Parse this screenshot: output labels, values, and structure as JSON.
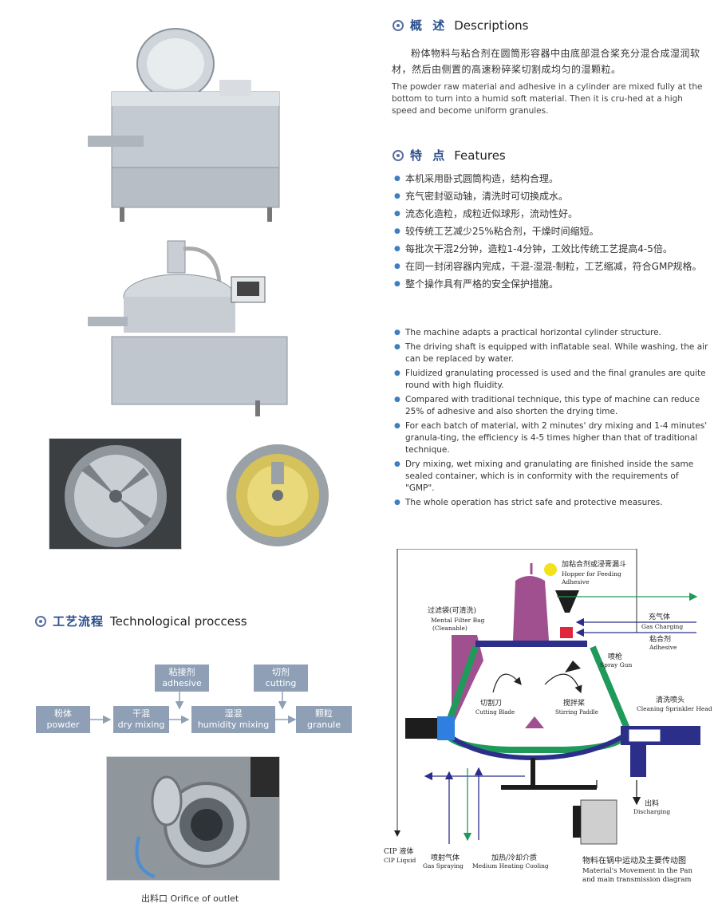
{
  "descriptions": {
    "heading_cn": "概 述",
    "heading_en": "Descriptions",
    "text_cn": "粉体物料与粘合剂在圆筒形容器中由底部混合桨充分混合成湿润软材，然后由侧置的高速粉碎桨切割成均匀的湿颗粒。",
    "text_en": "The powder raw material and adhesive in a cylinder are mixed fully at the bottom to turn into  a humid soft material.  Then it is cru-hed at a high speed and become uniform granules."
  },
  "features": {
    "heading_cn": "特 点",
    "heading_en": "Features",
    "items_cn": [
      "本机采用卧式圆筒构造，结构合理。",
      "充气密封驱动轴，清洗时可切换成水。",
      "流态化造粒，成粒近似球形，流动性好。",
      "较传统工艺减少25%粘合剂，干燥时间缩短。",
      "每批次干混2分钟，造粒1-4分钟，工效比传统工艺提高4-5倍。",
      "在同一封闭容器内完成，干混-湿混-制粒，工艺缩减，符合GMP规格。",
      "整个操作具有严格的安全保护措施。"
    ],
    "items_en": [
      "The machine adapts a practical horizontal cylinder structure.",
      "The driving shaft is equipped with inflatable seal. While washing, the air can be replaced by water.",
      "Fluidized granulating processed is used and the final granules are quite round with high fluidity.",
      "Compared with traditional technique, this type of machine can reduce 25% of adhesive and also shorten the drying time.",
      "For each batch of material, with 2 minutes' dry mixing and 1-4 minutes' granula-ting, the efficiency is 4-5 times higher than that of traditional technique.",
      "Dry mixing, wet mixing and granulating are finished inside the same sealed container, which is in  conformity with  the  requirements of \"GMP\".",
      "The whole operation has strict safe and protective measures."
    ]
  },
  "process": {
    "heading_cn": "工艺流程",
    "heading_en": "Technological proccess",
    "steps": [
      {
        "cn": "粉体",
        "en": "powder"
      },
      {
        "cn": "干混",
        "en": "dry mixing"
      },
      {
        "cn": "湿混",
        "en": "humidity mixing"
      },
      {
        "cn": "颗粒",
        "en": "granule"
      }
    ],
    "inputs": [
      {
        "cn": "粘接剂",
        "en": "adhesive"
      },
      {
        "cn": "切剂",
        "en": "cutting"
      }
    ]
  },
  "outlet_caption": "出料口 Orifice of outlet",
  "diagram": {
    "hopper_cn": "加粘合剂或浸膏漏斗",
    "hopper_en1": "Hopper for Feeding",
    "hopper_en2": "Adhesive",
    "filter_cn": "过滤袋(可清洗)",
    "filter_en1": "Mental Filter Bag",
    "filter_en2": "(Cleanable)",
    "gas_cn": "充气体",
    "gas_en": "Gas Charging",
    "adhesive_cn": "粘合剂",
    "adhesive_en": "Adhesive",
    "spray_cn": "喷枪",
    "spray_en": "Spray Gun",
    "cutting_cn": "切割刀",
    "cutting_en": "Cutting Blade",
    "stir_cn": "搅拌桨",
    "stir_en": "Stirring Paddle",
    "sprinkler_cn": "清洗喷头",
    "sprinkler_en": "Cleaning Sprinkler Head",
    "discharge_cn": "出料",
    "discharge_en": "Discharging",
    "cip_cn": "CIP 液体",
    "cip_en": "CIP Liquid",
    "gasspray_cn": "喷射气体",
    "gasspray_en": "Gas Spraying",
    "medium_cn": "加热/冷却介质",
    "medium_en": "Medium Heating Cooling",
    "movement_cn": "物料在锅中运动及主要传动图",
    "movement_en1": "Material's Movement in the Pan",
    "movement_en2": "and main transmission diagram"
  }
}
